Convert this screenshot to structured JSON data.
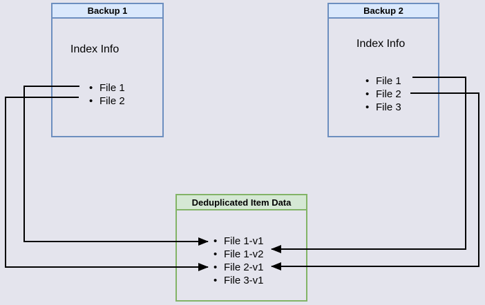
{
  "canvas": {
    "background_color": "#e4e4ed",
    "connector_color": "#000000"
  },
  "nodes": {
    "backup1": {
      "title": "Backup 1",
      "subtitle": "Index Info",
      "items": [
        "File 1",
        "File 2"
      ],
      "header_fill": "#dae8fc",
      "border_color": "#6c8ebf"
    },
    "backup2": {
      "title": "Backup 2",
      "subtitle": "Index Info",
      "items": [
        "File 1",
        "File 2",
        "File 3"
      ],
      "header_fill": "#dae8fc",
      "border_color": "#6c8ebf"
    },
    "dedup": {
      "title": "Deduplicated Item Data",
      "items": [
        "File 1-v1",
        "File 1-v2",
        "File 2-v1",
        "File 3-v1"
      ],
      "header_fill": "#d5e8d4",
      "border_color": "#82b366"
    }
  },
  "connections": [
    {
      "from": "Backup 1 / File 1",
      "to": "File 1-v1"
    },
    {
      "from": "Backup 1 / File 2",
      "to": "File 2-v1"
    },
    {
      "from": "Backup 2 / File 1",
      "to": "File 1-v2"
    },
    {
      "from": "Backup 2 / File 2",
      "to": "File 2-v1"
    }
  ]
}
